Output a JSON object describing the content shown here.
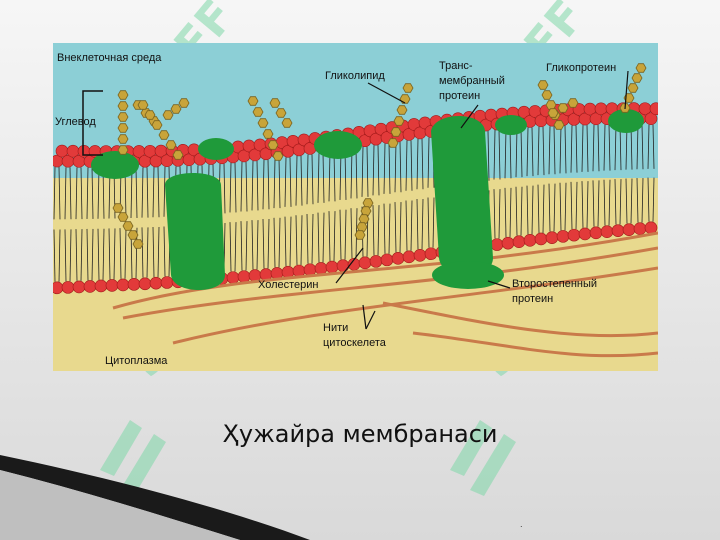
{
  "slide": {
    "title": "Ҳужайра мембранаси",
    "watermark_text": "SOFF",
    "watermark_color": "#7fd8a8",
    "footnote": "."
  },
  "diagram": {
    "labels": {
      "extracellular": "Внеклеточная среда",
      "carbohydrate": "Углевод",
      "glycolipid": "Гликолипид",
      "transmembrane": [
        "Транс-",
        "мембранный",
        "протеин"
      ],
      "glycoprotein": "Гликопротеин",
      "cholesterol": "Холестерин",
      "peripheral": [
        "Второстепенный",
        "протеин"
      ],
      "cytoskeleton": [
        "Нити",
        "цитоскелета"
      ],
      "cytoplasm": "Цитоплазма"
    },
    "colors": {
      "extracellular": "#8ccfd6",
      "cytoplasm": "#e8d98e",
      "lipid_head": "#e23a3a",
      "protein": "#1f9a3a",
      "sugar": "#c8a43a",
      "filament": "#c97a4a"
    }
  }
}
